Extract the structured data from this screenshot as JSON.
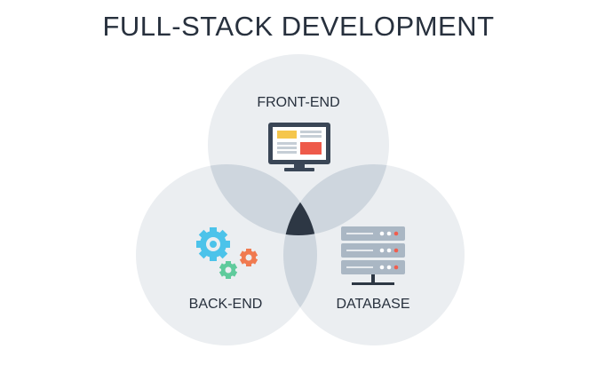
{
  "diagram": {
    "title": "FULL-STACK DEVELOPMENT",
    "circles": {
      "front_end": {
        "label": "FRONT-END",
        "icon": "monitor-icon"
      },
      "back_end": {
        "label": "BACK-END",
        "icon": "gears-icon"
      },
      "database": {
        "label": "DATABASE",
        "icon": "server-rack-icon"
      }
    },
    "colors": {
      "circle_fill": "#ebeef1",
      "overlap_fill": "#ced6de",
      "center_fill": "#2d3744",
      "text": "#27303d",
      "monitor_body": "#3a4656",
      "monitor_screen": "#ffffff",
      "screen_yellow": "#f5c64c",
      "screen_red": "#ee5a4a",
      "gear_blue": "#4cc3ea",
      "gear_orange": "#f07a50",
      "gear_green": "#5fcb9c",
      "server_body": "#aab7c4",
      "server_dot": "#f05e4e"
    }
  }
}
